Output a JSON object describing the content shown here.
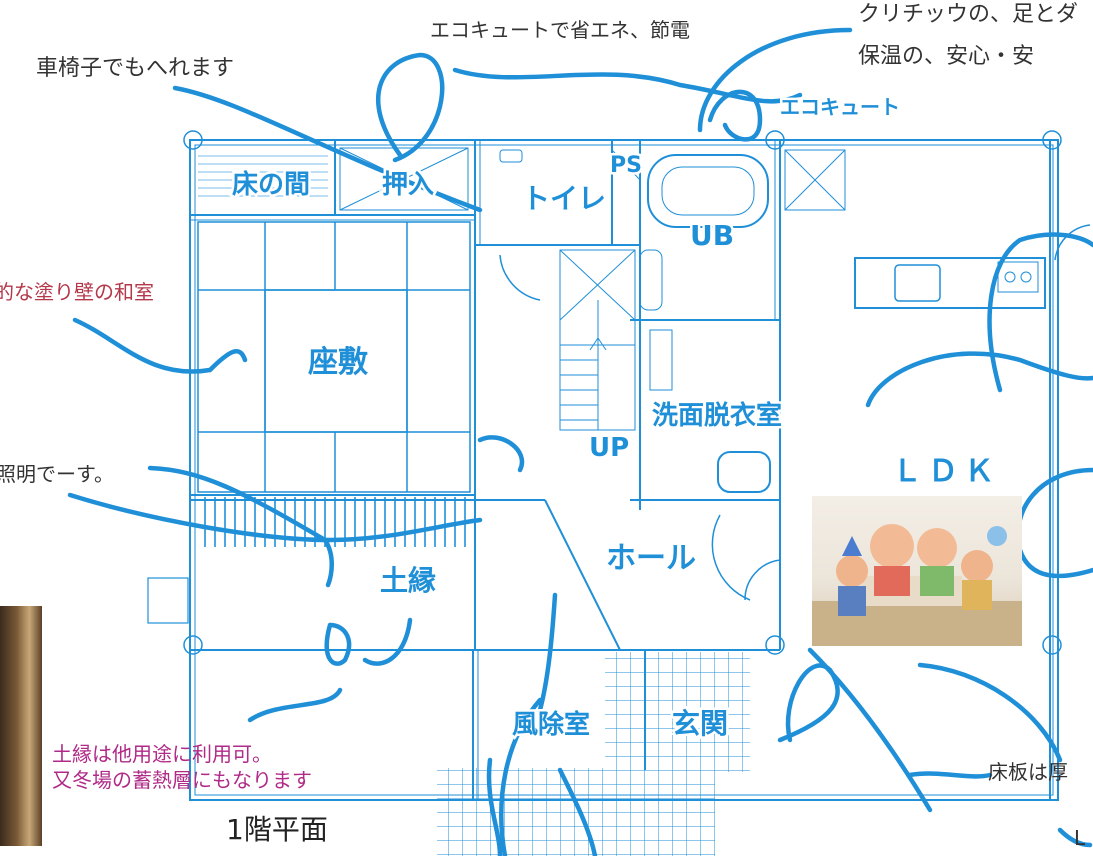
{
  "plan": {
    "caption": "1階平面",
    "rooms": {
      "tokonoma": "床の間",
      "oshiire": "押入",
      "toilet": "トイレ",
      "ps": "PS",
      "ub": "UB",
      "ecocute": "エコキュート",
      "zashiki": "座敷",
      "senmen": "洗面脱衣室",
      "up": "UP",
      "ldk": "ＬＤＫ",
      "doen": "土縁",
      "hall": "ホール",
      "fujoshitsu": "風除室",
      "genkan": "玄関"
    }
  },
  "notes": {
    "wheelchair": "車椅子でもへれます",
    "ecocute_note": "エコキュートで省エネ、節電",
    "top_right_1": "クリチッウの、足とダ",
    "top_right_2": "保温の、安心・安",
    "nurikabe": "的な塗り壁の和室",
    "lighting": "照明でーす。",
    "doen_note_1": "土縁は他用途に利用可。",
    "doen_note_2": "又冬場の蓄熱層にもなります",
    "floorboard": "床板は厚",
    "bottom_right": "L"
  },
  "colors": {
    "line": "#1f8fd8",
    "room_label": "#1f8fd8",
    "note_dark": "#333333",
    "note_red": "#b4384a",
    "note_magenta": "#b02a88"
  }
}
